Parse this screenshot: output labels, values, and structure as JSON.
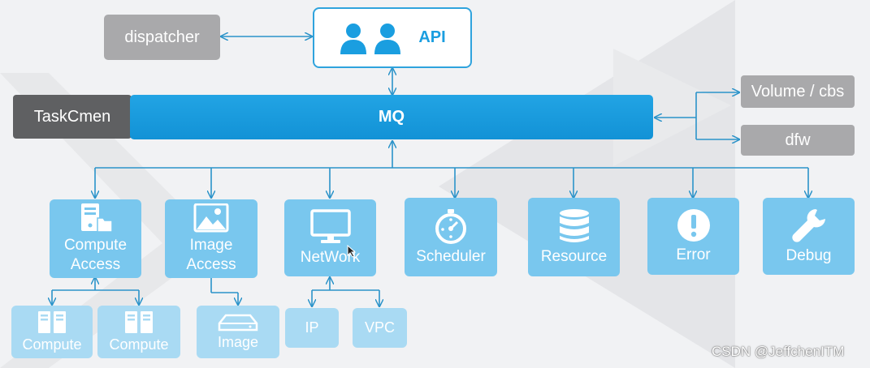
{
  "api": {
    "label": "API",
    "icon": "users-icon"
  },
  "dispatcher": {
    "label": "dispatcher"
  },
  "taskcmen": {
    "label": "TaskCmen"
  },
  "mq": {
    "label": "MQ"
  },
  "volume": {
    "label": "Volume / cbs"
  },
  "dfw": {
    "label": "dfw"
  },
  "modules": {
    "compute_access": {
      "line1": "Compute",
      "line2": "Access",
      "icon": "server-folder-icon"
    },
    "image_access": {
      "line1": "Image",
      "line2": "Access",
      "icon": "image-icon"
    },
    "network": {
      "label": "NetWork",
      "icon": "monitor-icon"
    },
    "scheduler": {
      "label": "Scheduler",
      "icon": "stopwatch-icon"
    },
    "resource": {
      "label": "Resource",
      "icon": "database-icon"
    },
    "error": {
      "label": "Error",
      "icon": "exclamation-icon"
    },
    "debug": {
      "label": "Debug",
      "icon": "wrench-icon"
    }
  },
  "subs": {
    "compute_1": {
      "label": "Compute",
      "icon": "server-icon"
    },
    "compute_2": {
      "label": "Compute",
      "icon": "server-icon"
    },
    "image": {
      "label": "Image",
      "icon": "drive-icon"
    },
    "ip": {
      "label": "IP"
    },
    "vpc": {
      "label": "VPC"
    }
  },
  "watermark": "CSDN @JeffchenITM",
  "colors": {
    "background": "#f1f2f4",
    "accent": "#1a9ee0",
    "mq": "#1896d8",
    "module": "#79c7ee",
    "submodule": "#a9daf3",
    "grey_box": "#a9a9ab",
    "dark_box": "#5f6062",
    "connector": "#2b93c9"
  }
}
